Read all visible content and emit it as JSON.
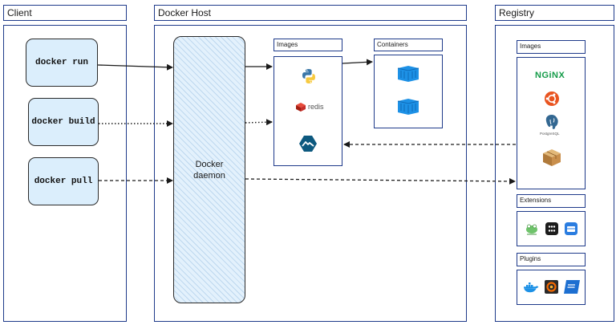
{
  "client": {
    "title": "Client",
    "commands": [
      "docker run",
      "docker build",
      "docker pull"
    ]
  },
  "host": {
    "title": "Docker Host",
    "daemon": "Docker\ndaemon",
    "images_title": "Images",
    "containers_title": "Containers",
    "redis_label": "redis"
  },
  "registry": {
    "title": "Registry",
    "images_title": "Images",
    "extensions_title": "Extensions",
    "plugins_title": "Plugins",
    "nginx_label": "NGiNX",
    "postgres_label": "PostgreSQL"
  },
  "colors": {
    "frame": "#1e3a8a",
    "docker_blue": "#1d91e6",
    "nginx_green": "#139b48",
    "ubuntu_orange": "#e95420",
    "redis_red": "#d82c20"
  }
}
